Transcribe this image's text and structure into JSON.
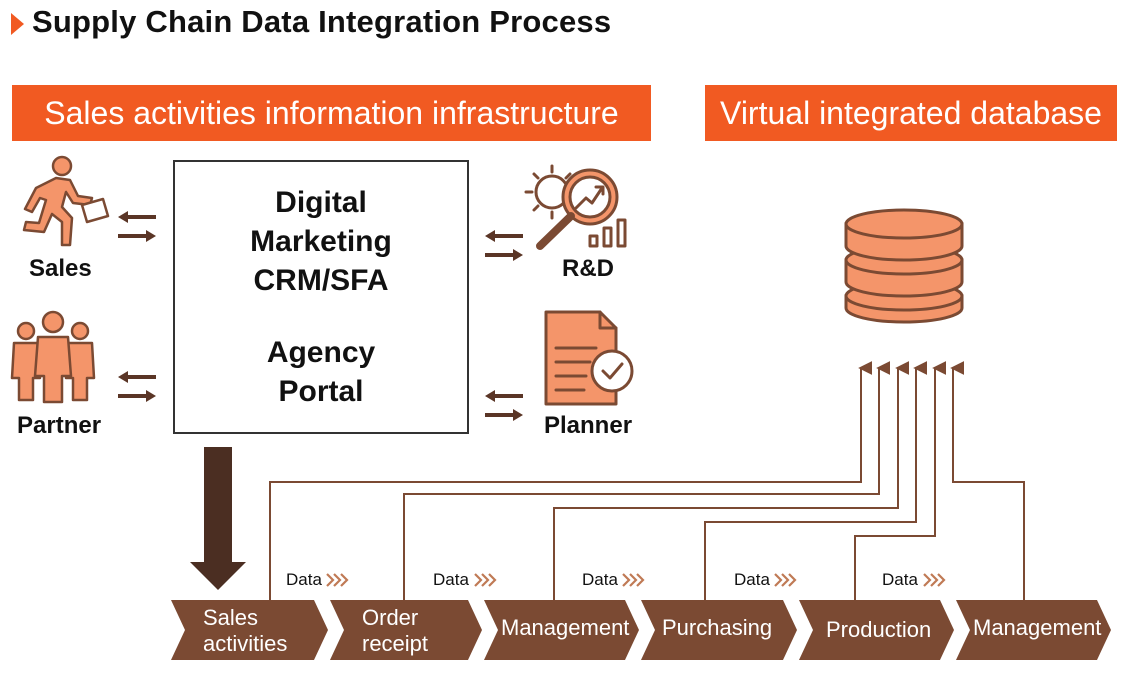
{
  "title": "Supply Chain Data Integration Process",
  "colors": {
    "accent": "#f15a22",
    "icon_fill": "#f4956a",
    "brown": "#7b4a33",
    "dark_brown": "#4b2e22"
  },
  "banners": {
    "left": "Sales activities information infrastructure",
    "right": "Virtual integrated database"
  },
  "central_box": {
    "line1": "Digital",
    "line2": "Marketing",
    "line3": "CRM/SFA",
    "line4": "Agency",
    "line5": "Portal"
  },
  "actors": {
    "sales": {
      "label": "Sales",
      "icon": "running-person-icon"
    },
    "partner": {
      "label": "Partner",
      "icon": "group-people-icon"
    },
    "rd": {
      "label": "R&D",
      "icon": "magnifier-growth-icon"
    },
    "planner": {
      "label": "Planner",
      "icon": "document-check-icon"
    }
  },
  "database_icon": "database-icon",
  "data_labels": [
    "Data",
    "Data",
    "Data",
    "Data",
    "Data"
  ],
  "process_steps": [
    {
      "line1": "Sales",
      "line2": "activities"
    },
    {
      "line1": "Order",
      "line2": "receipt"
    },
    {
      "line1": "Management",
      "line2": ""
    },
    {
      "line1": "Purchasing",
      "line2": ""
    },
    {
      "line1": "Production",
      "line2": ""
    },
    {
      "line1": "Management",
      "line2": ""
    }
  ]
}
